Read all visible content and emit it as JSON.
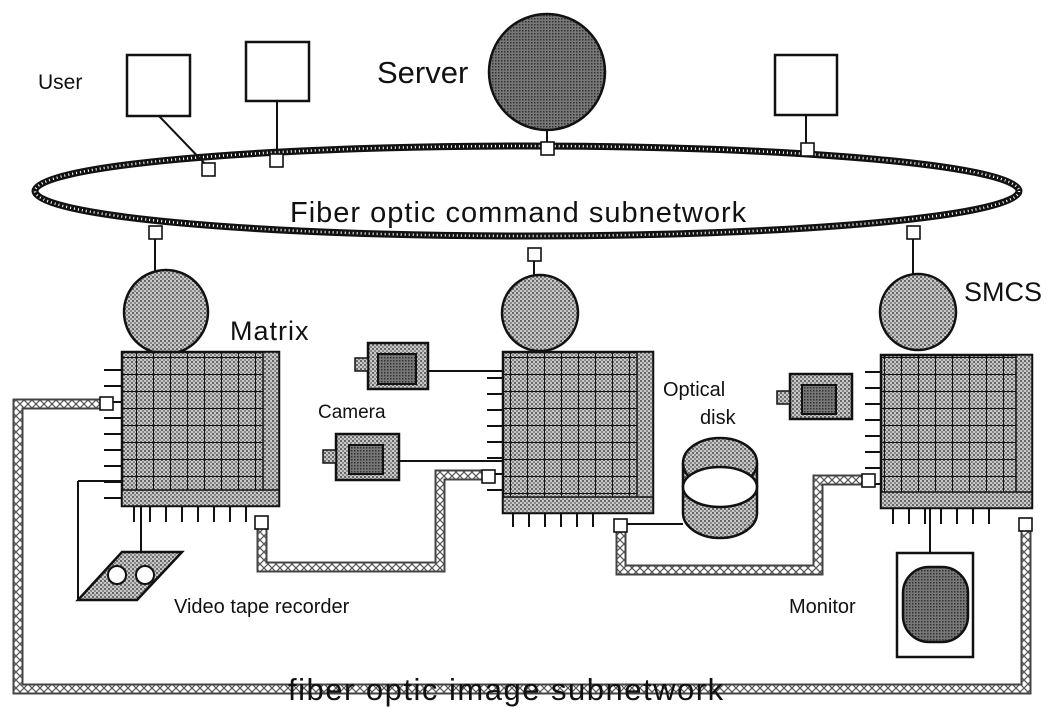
{
  "labels": {
    "user": "User",
    "server": "Server",
    "command_subnet": "Fiber optic command subnetwork",
    "matrix": "Matrix",
    "smcs": "SMCS",
    "camera": "Camera",
    "optical_disk_line1": "Optical",
    "optical_disk_line2": "disk",
    "vtr": "Video tape recorder",
    "monitor": "Monitor",
    "image_subnet": "fiber optic image subnetwork"
  }
}
